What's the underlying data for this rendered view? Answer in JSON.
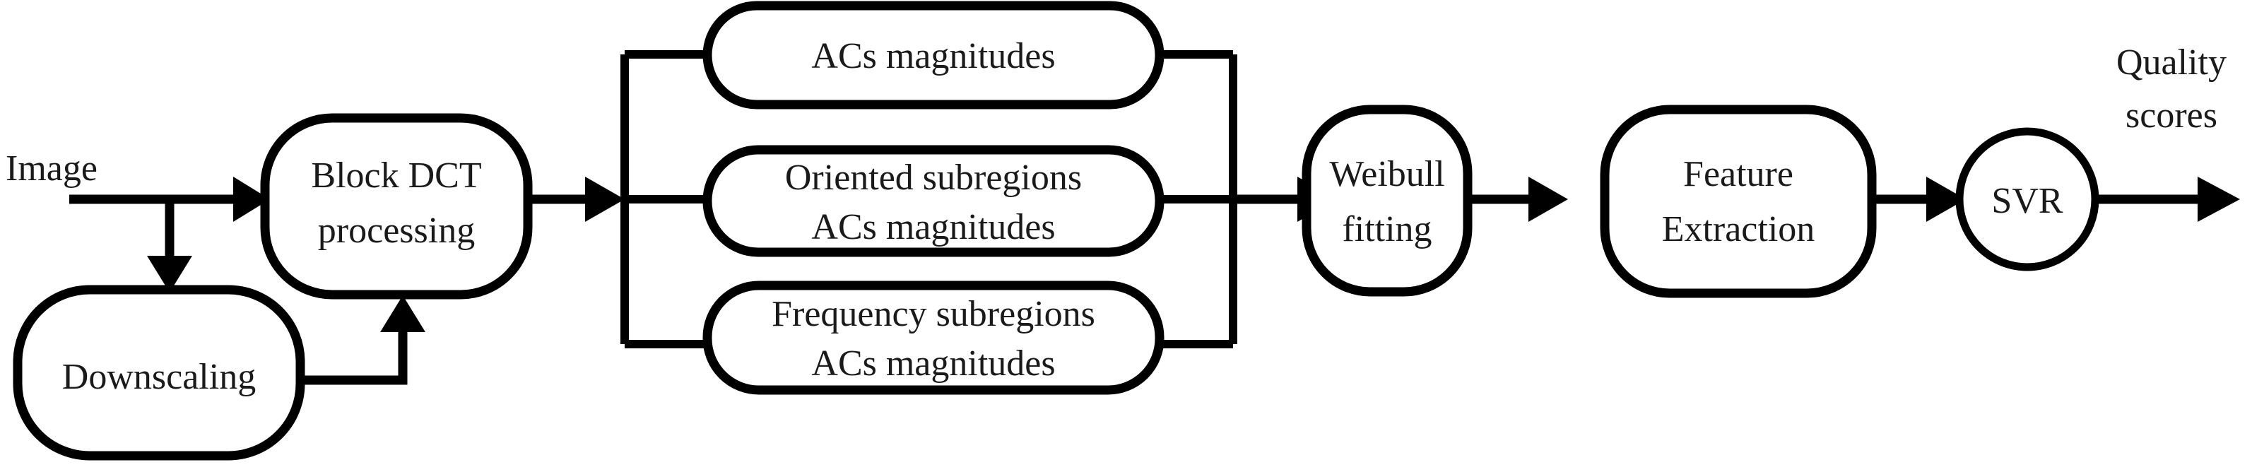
{
  "diagram": {
    "title": "Blind image quality assessment pipeline block diagram",
    "background_color": "#ffffff",
    "stroke_color": "#000000",
    "text_color": "#1a1a1a",
    "nodes": [
      {
        "id": "downscaling",
        "label": "Downscaling",
        "shape": "rounded-rect",
        "lines": [
          "Downscaling"
        ]
      },
      {
        "id": "block-dct",
        "label": "Block DCT processing",
        "shape": "rounded-rect",
        "lines": [
          "Block DCT",
          "processing"
        ]
      },
      {
        "id": "acs-magnitudes",
        "label": "ACs magnitudes",
        "shape": "stadium",
        "lines": [
          "ACs magnitudes"
        ]
      },
      {
        "id": "oriented-subregions",
        "label": "Oriented subregions ACs magnitudes",
        "shape": "stadium",
        "lines": [
          "Oriented subregions",
          "ACs magnitudes"
        ]
      },
      {
        "id": "frequency-subregions",
        "label": "Frequency subregions ACs magnitudes",
        "shape": "stadium",
        "lines": [
          "Frequency subregions",
          "ACs magnitudes"
        ]
      },
      {
        "id": "weibull-fitting",
        "label": "Weibull fitting",
        "shape": "rounded-rect",
        "lines": [
          "Weibull",
          "fitting"
        ]
      },
      {
        "id": "feature-extraction",
        "label": "Feature Extraction",
        "shape": "rounded-rect",
        "lines": [
          "Feature",
          "Extraction"
        ]
      },
      {
        "id": "svr",
        "label": "SVR",
        "shape": "circle",
        "lines": [
          "SVR"
        ]
      }
    ],
    "edge_labels": {
      "input": "Image",
      "output_line1": "Quality",
      "output_line2": "scores"
    },
    "text": {
      "downscaling": "Downscaling",
      "block_dct_line1": "Block DCT",
      "block_dct_line2": "processing",
      "acs_magnitudes": "ACs magnitudes",
      "oriented_line1": "Oriented subregions",
      "oriented_line2": "ACs magnitudes",
      "frequency_line1": "Frequency subregions",
      "frequency_line2": "ACs magnitudes",
      "weibull_line1": "Weibull",
      "weibull_line2": "fitting",
      "feature_line1": "Feature",
      "feature_line2": "Extraction",
      "svr": "SVR",
      "image": "Image",
      "quality": "Quality",
      "scores": "scores"
    }
  }
}
